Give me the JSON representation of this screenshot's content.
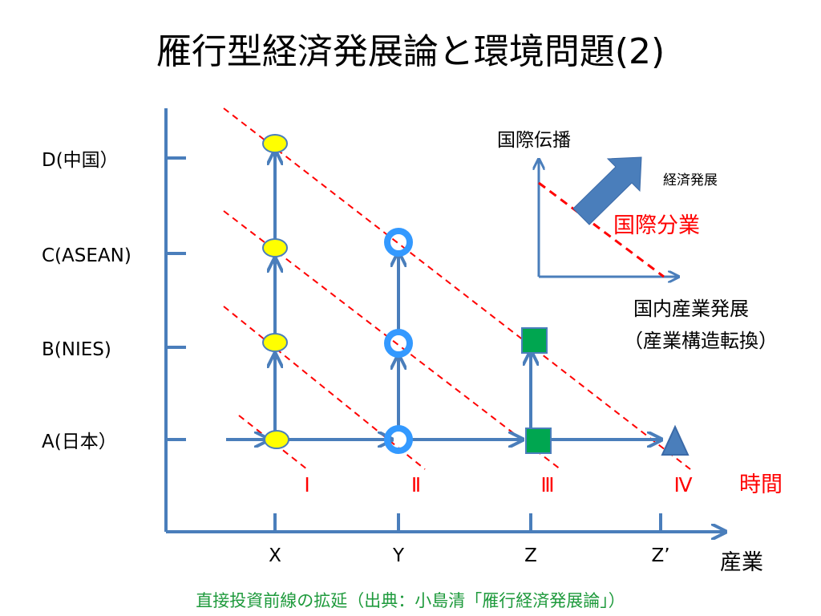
{
  "title": "雁行型経済発展論と環境問題(2)",
  "y_axis": {
    "labels": [
      "D(中国）",
      "C(ASEAN)",
      "B(NIES)",
      "A(日本）"
    ]
  },
  "x_axis": {
    "labels": [
      "X",
      "Y",
      "Z",
      "Z’"
    ],
    "axis_label": "産業"
  },
  "time": {
    "label": "時間",
    "markers": [
      "Ⅰ",
      "Ⅱ",
      "Ⅲ",
      "Ⅳ"
    ]
  },
  "inset": {
    "y_label": "国際伝播",
    "x_label_line1": "国内産業発展",
    "x_label_line2": "（産業構造転換）",
    "arrow_label": "経済発展",
    "line_label": "国際分業"
  },
  "caption": "直接投資前線の拡延（出典：小島清「雁行経済発展論」）",
  "colors": {
    "axis": "#4a7ebb",
    "red": "#ff0000",
    "yellow": "#ffff00",
    "circle": "#3399ff",
    "green": "#00a650",
    "triangle": "#4a7ebb"
  }
}
